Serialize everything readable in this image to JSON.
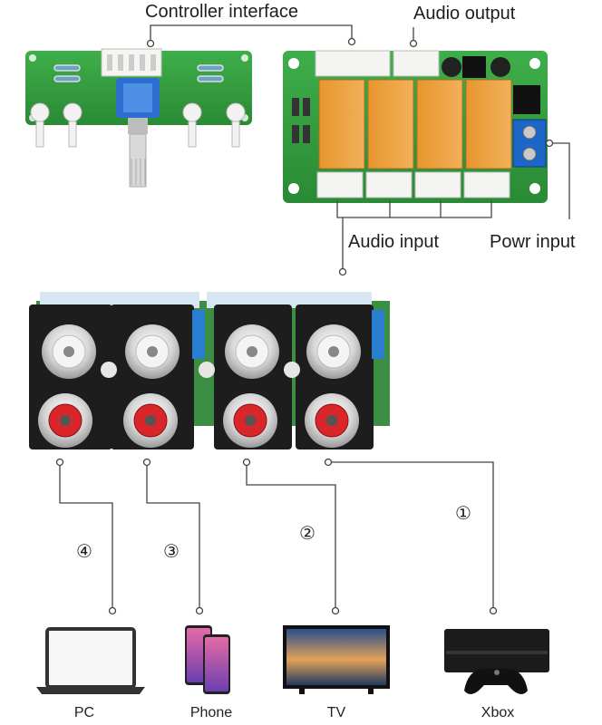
{
  "labels": {
    "controller_interface": "Controller interface",
    "audio_output": "Audio output",
    "audio_input": "Audio input",
    "power_input": "Powr input"
  },
  "sources": [
    {
      "number": "①",
      "device": "Xbox"
    },
    {
      "number": "②",
      "device": "TV"
    },
    {
      "number": "③",
      "device": "Phone"
    },
    {
      "number": "④",
      "device": "PC"
    }
  ],
  "colors": {
    "pcb_green": "#3fae4a",
    "relay_orange": "#e8962e",
    "jack_red": "#d8262a",
    "terminal_blue": "#1c66c8"
  }
}
